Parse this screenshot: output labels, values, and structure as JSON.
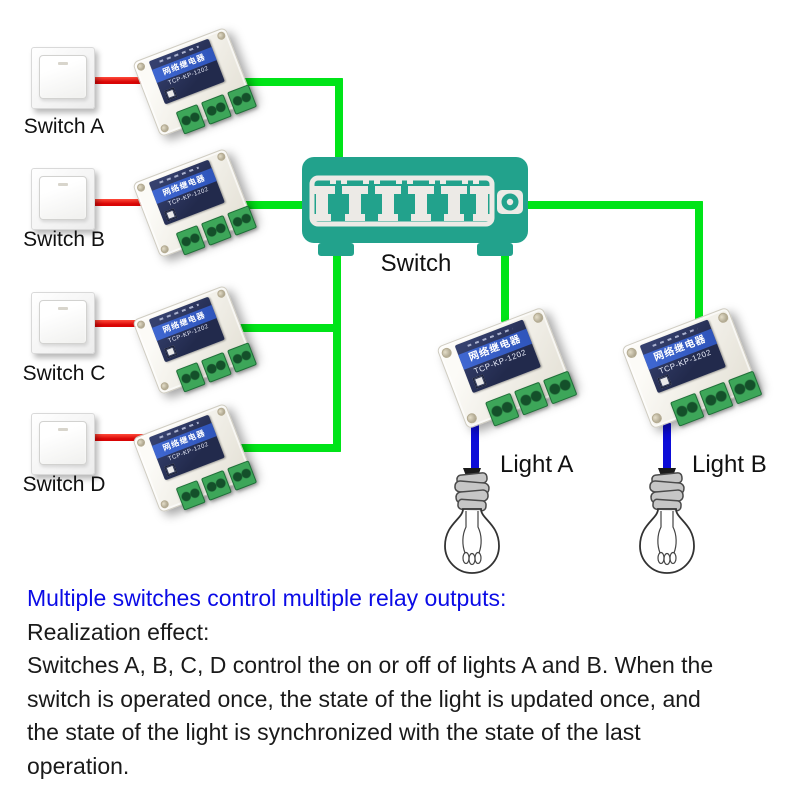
{
  "diagram": {
    "wall_switches": [
      {
        "label": "Switch A"
      },
      {
        "label": "Switch B"
      },
      {
        "label": "Switch C"
      },
      {
        "label": "Switch D"
      }
    ],
    "network_switch": {
      "label": "Switch"
    },
    "lights": [
      {
        "label": "Light A"
      },
      {
        "label": "Light B"
      }
    ],
    "relay_module": {
      "title": "网络继电器",
      "model": "TCP-KP-1202"
    }
  },
  "caption": {
    "heading": "Multiple switches control multiple relay outputs:",
    "lines": [
      "Realization effect:",
      "Switches A, B, C, D control the on or off of lights A and B. When the",
      "switch is operated once, the state of the light is updated once, and",
      "the state of the light is synchronized with the state of the last",
      "operation."
    ]
  },
  "colors": {
    "wire_red": "#e81010",
    "wire_green": "#00e418",
    "wire_blue": "#0d0dd8",
    "switch_teal": "#22a28c",
    "heading_blue": "#0b0be6"
  }
}
